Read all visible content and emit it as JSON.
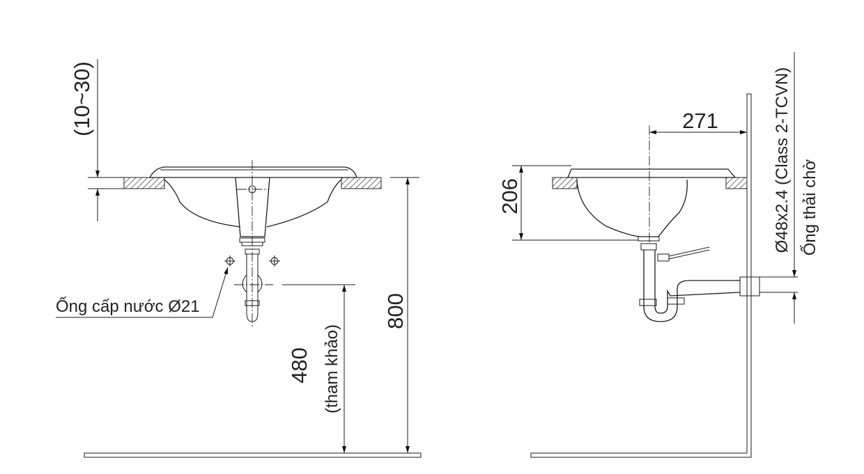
{
  "front_view": {
    "gap_dim": "(10~30)",
    "height_dim": "800",
    "supply_height_dim": "480",
    "supply_height_note": "(tham khảo)",
    "supply_label": "Ống cấp nước Ø21"
  },
  "side_view": {
    "wall_offset_dim": "271",
    "basin_depth_dim": "206",
    "drain_spec": "Ø48x2.4 (Class 2-TCVN)",
    "drain_label": "Ống thải chờ"
  }
}
